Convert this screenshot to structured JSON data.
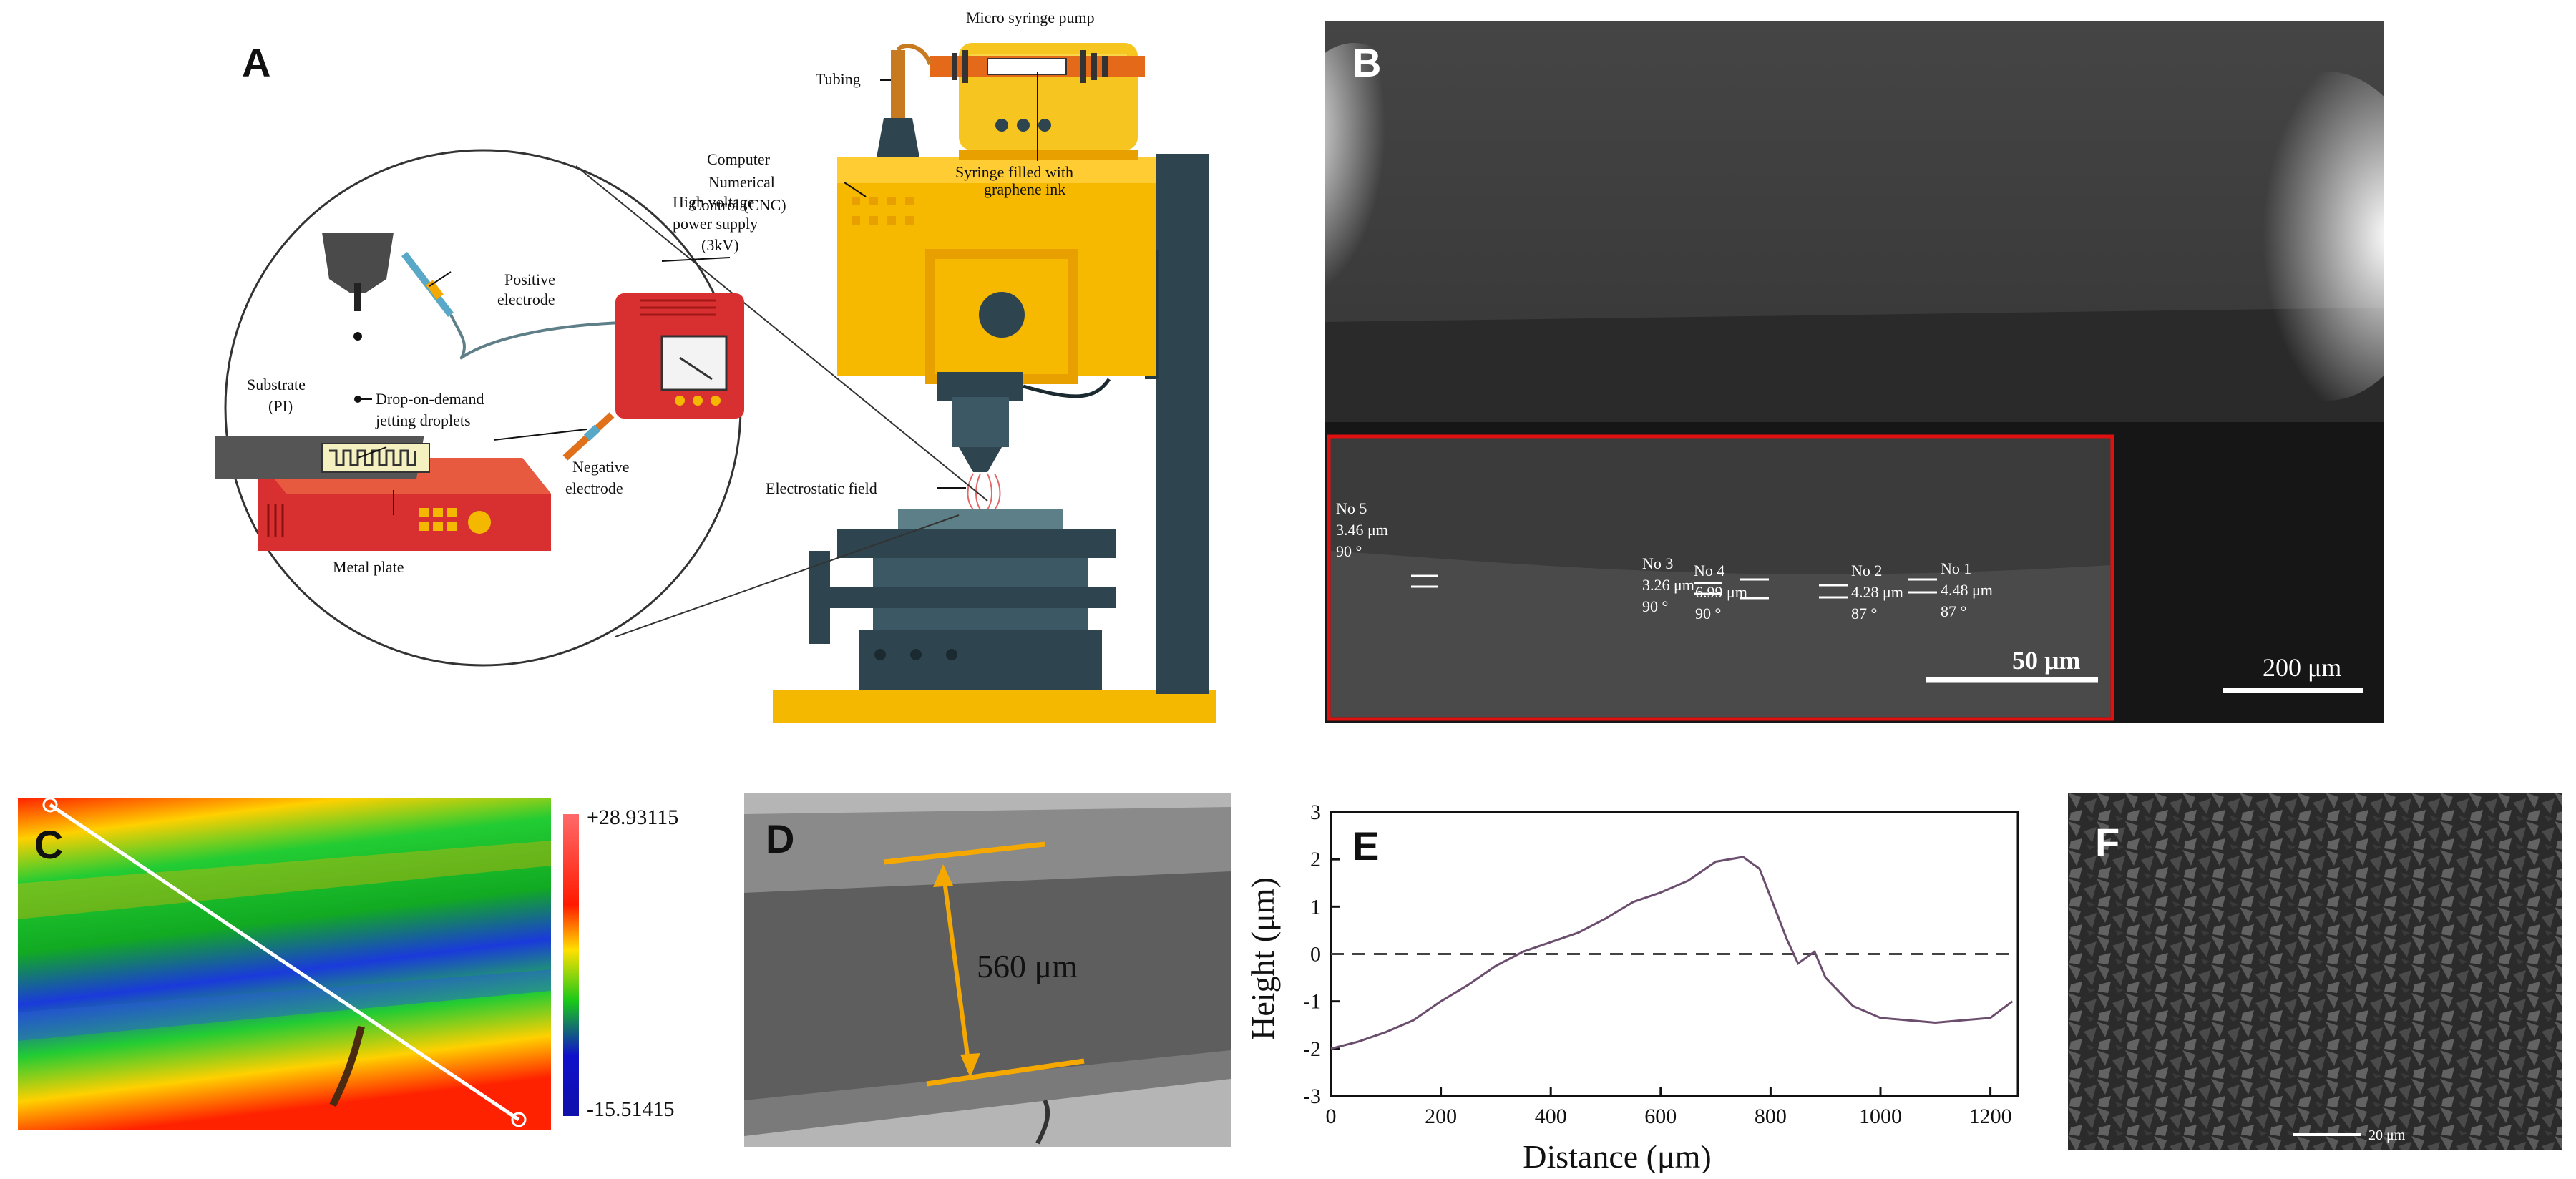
{
  "panel_labels": {
    "a": "A",
    "b": "B",
    "c": "C",
    "d": "D",
    "e": "E",
    "f": "F"
  },
  "panel_a": {
    "pump": "Micro syringe pump",
    "tubing": "Tubing",
    "syringe_1": "Syringe filled with",
    "syringe_2": "graphene ink",
    "cnc_1": "Computer",
    "cnc_2": "Numerical",
    "cnc_3": "Control (CNC)",
    "hv_1": "High voltage",
    "hv_2": "power supply",
    "hv_3": "(3kV)",
    "pos_1": "Positive",
    "pos_2": "electrode",
    "substrate_1": "Substrate",
    "substrate_2": "(PI)",
    "drop_1": "Drop-on-demand",
    "drop_2": "jetting droplets",
    "neg_1": "Negative",
    "neg_2": "electrode",
    "field": "Electrostatic field",
    "metal": "Metal plate"
  },
  "panel_b": {
    "scale_main": "200 μm",
    "scale_inset": "50 μm",
    "measurements": [
      {
        "name": "No 5",
        "value": "3.46 μm",
        "angle": "90 °"
      },
      {
        "name": "No 3",
        "value": "3.26 μm",
        "angle": "90 °"
      },
      {
        "name": "No 4",
        "value": "6.99 μm",
        "angle": "90 °"
      },
      {
        "name": "No 2",
        "value": "4.28 μm",
        "angle": "87 °"
      },
      {
        "name": "No 1",
        "value": "4.48 μm",
        "angle": "87 °"
      }
    ]
  },
  "panel_c": {
    "max": "+28.93115",
    "min": "-15.51415"
  },
  "panel_d": {
    "width": "560 μm",
    "colors": {
      "marker": "#f5a800"
    }
  },
  "panel_f": {
    "scale": "20 μm"
  },
  "chart_data": {
    "type": "line",
    "xlabel": "Distance (μm)",
    "ylabel": "Height (μm)",
    "xlim": [
      0,
      1250
    ],
    "ylim": [
      -3,
      3
    ],
    "xticks": [
      0,
      200,
      400,
      600,
      800,
      1000,
      1200
    ],
    "yticks": [
      -3,
      -2,
      -1,
      0,
      1,
      2,
      3
    ],
    "reference_line": 0,
    "series": [
      {
        "x": [
          0,
          50,
          100,
          150,
          200,
          250,
          300,
          350,
          400,
          450,
          500,
          550,
          600,
          650,
          700,
          750,
          780,
          800,
          830,
          850,
          880,
          900,
          950,
          1000,
          1050,
          1100,
          1150,
          1200,
          1240
        ],
        "values": [
          -2.0,
          -1.85,
          -1.65,
          -1.4,
          -1.0,
          -0.65,
          -0.25,
          0.05,
          0.25,
          0.45,
          0.75,
          1.1,
          1.3,
          1.55,
          1.95,
          2.05,
          1.8,
          1.2,
          0.3,
          -0.2,
          0.05,
          -0.5,
          -1.1,
          -1.35,
          -1.4,
          -1.45,
          -1.4,
          -1.35,
          -1.0
        ]
      }
    ],
    "colors": {
      "line": "#6b4e6e",
      "reference": "#444444"
    }
  }
}
